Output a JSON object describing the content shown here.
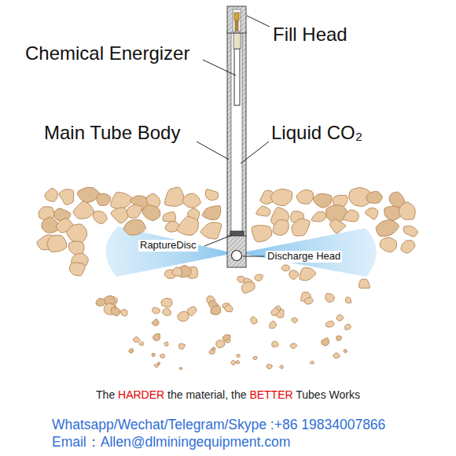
{
  "diagram": {
    "caption": "The HARDER the material, the BETTER Tubes Works",
    "labels": [
      "Fill Head",
      "Chemical Energizer",
      "Main Tube Body",
      "Liquid CO₂",
      "RaptureDisc",
      "Discharge Head",
      "Whatsapp/Wechat/Telegram/Skype :+86 19834007866",
      "Email：Allen@dlminingequipment.com"
    ]
  }
}
